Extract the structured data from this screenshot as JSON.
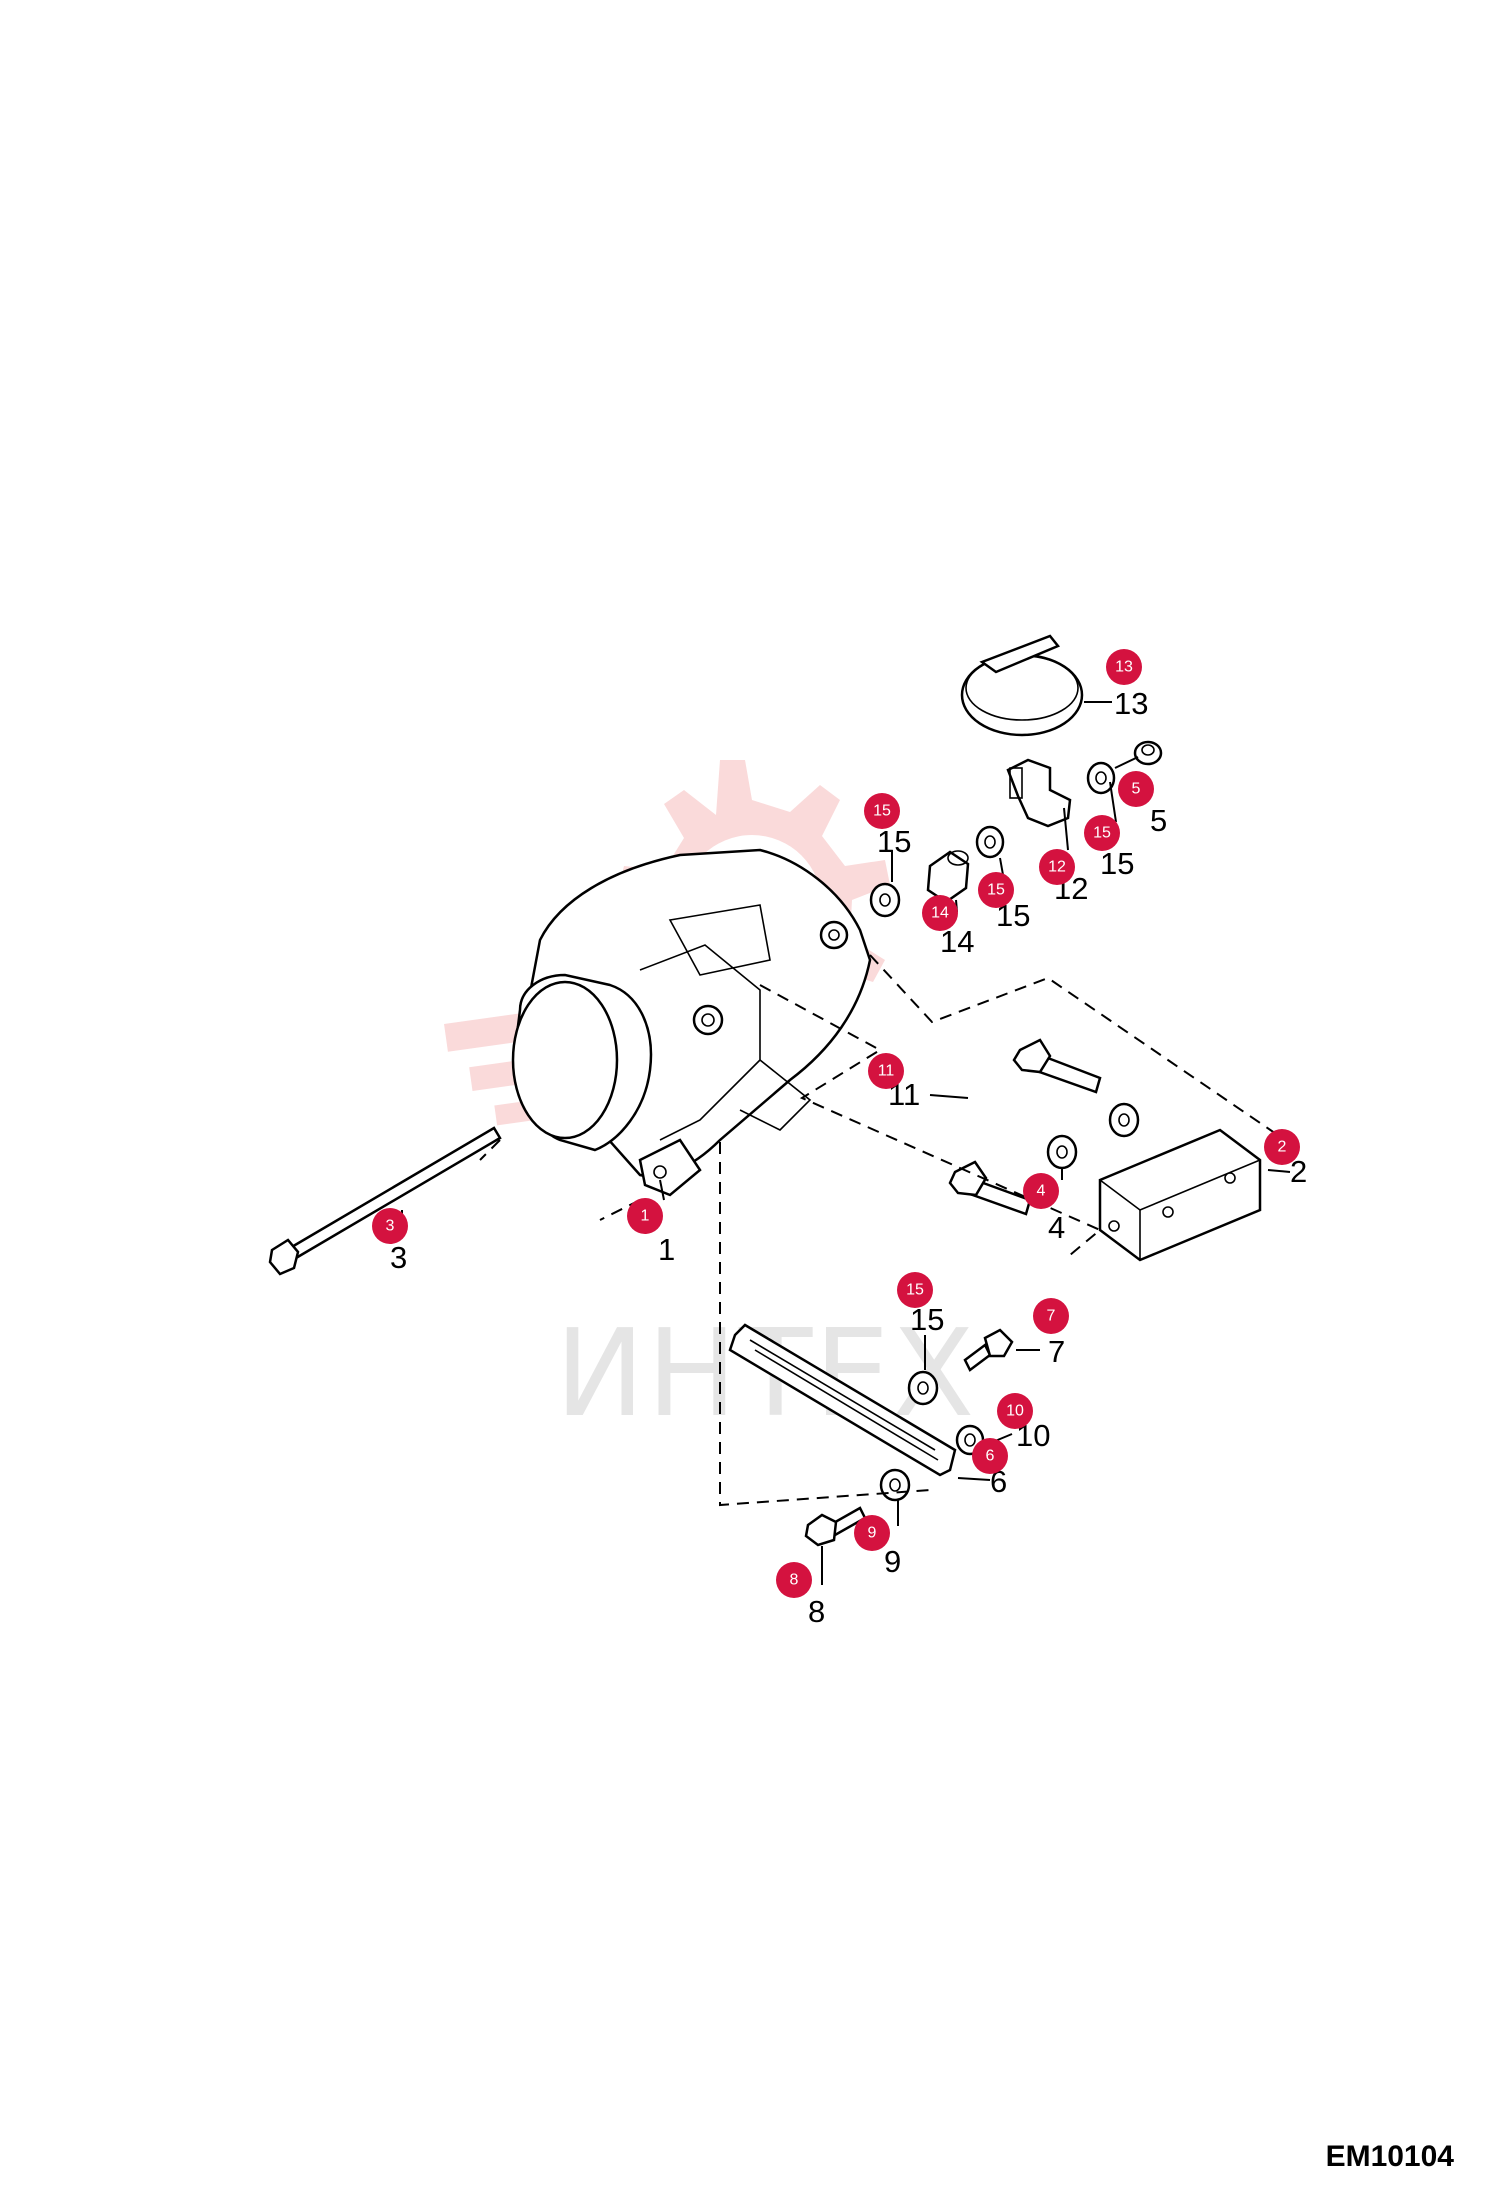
{
  "watermark": {
    "text": "ИНТЕХ",
    "color": "#f2b8b8"
  },
  "drawing_code": "EM10104",
  "badge_color": "#d4123f",
  "callouts": [
    {
      "id": "c1",
      "badge": "1",
      "label": "1"
    },
    {
      "id": "c2",
      "badge": "2",
      "label": "2"
    },
    {
      "id": "c3",
      "badge": "3",
      "label": "3"
    },
    {
      "id": "c4",
      "badge": "4",
      "label": "4"
    },
    {
      "id": "c5",
      "badge": "5",
      "label": "5"
    },
    {
      "id": "c6",
      "badge": "6",
      "label": "6"
    },
    {
      "id": "c7",
      "badge": "7",
      "label": "7"
    },
    {
      "id": "c8",
      "badge": "8",
      "label": "8"
    },
    {
      "id": "c9",
      "badge": "9",
      "label": "9"
    },
    {
      "id": "c10",
      "badge": "10",
      "label": "10"
    },
    {
      "id": "c11",
      "badge": "11",
      "label": "11"
    },
    {
      "id": "c12",
      "badge": "12",
      "label": "12"
    },
    {
      "id": "c13",
      "badge": "13",
      "label": "13"
    },
    {
      "id": "c14",
      "badge": "14",
      "label": "14"
    },
    {
      "id": "c15a",
      "badge": "15",
      "label": "15"
    },
    {
      "id": "c15b",
      "badge": "15",
      "label": "15"
    },
    {
      "id": "c15c",
      "badge": "15",
      "label": "15"
    },
    {
      "id": "c15d",
      "badge": "15",
      "label": "15"
    }
  ]
}
